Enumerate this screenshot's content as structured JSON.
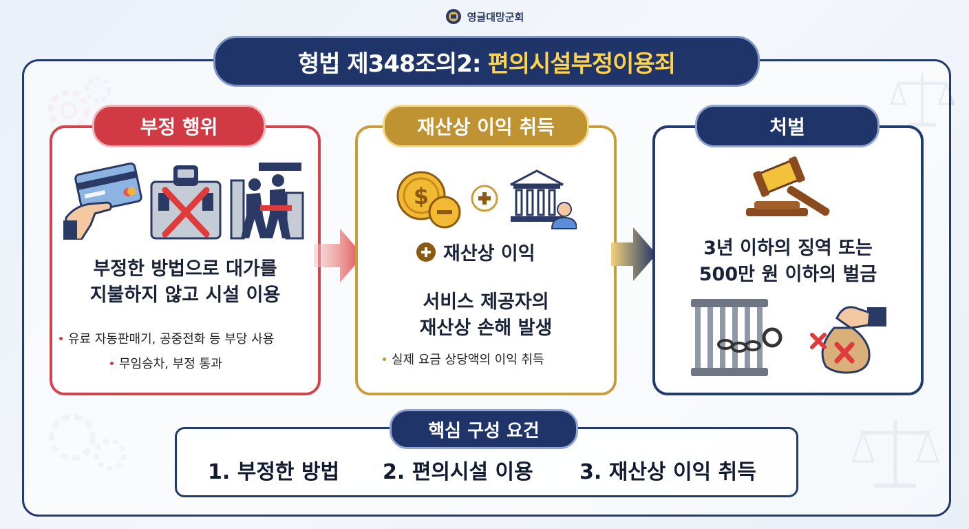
{
  "org_name": "영글대망군회",
  "title": {
    "prefix": "형법 제348조의2:",
    "highlight": "편의시설부정이용죄"
  },
  "panels": {
    "act": {
      "label": "부정 행위",
      "main_text_line1": "부정한 방법으로 대가를",
      "main_text_line2": "지불하지 않고 시설 이용",
      "bullets": [
        "유료 자동판매기, 공중전화 등 부당 사용",
        "무임승차, 부정 통과"
      ]
    },
    "gain": {
      "label": "재산상 이익 취득",
      "plus_label": "재산상 이익",
      "main_text_line1": "서비스 제공자의",
      "main_text_line2": "재산상 손해 발생",
      "bullets": [
        "실제 요금 상당액의 이익 취득"
      ]
    },
    "penalty": {
      "label": "처벌",
      "main_text_line1": "3년 이하의 징역 또는",
      "main_text_line2": "500만 원 이하의 벌금"
    }
  },
  "elements": {
    "label": "핵심 구성 요건",
    "items": [
      "1. 부정한 방법",
      "2. 편의시설 이용",
      "3. 재산상 이익 취득"
    ]
  },
  "colors": {
    "navy": "#1f3468",
    "red": "#d13a44",
    "gold": "#bf9232",
    "highlight": "#ffd34a"
  },
  "icons": [
    "seal-icon",
    "credit-card-icon",
    "blocked-gate-icon",
    "fare-evasion-icon",
    "coin-icon",
    "bank-icon",
    "gavel-icon",
    "prison-bars-icon",
    "money-bag-icon",
    "arrow-right-icon"
  ]
}
